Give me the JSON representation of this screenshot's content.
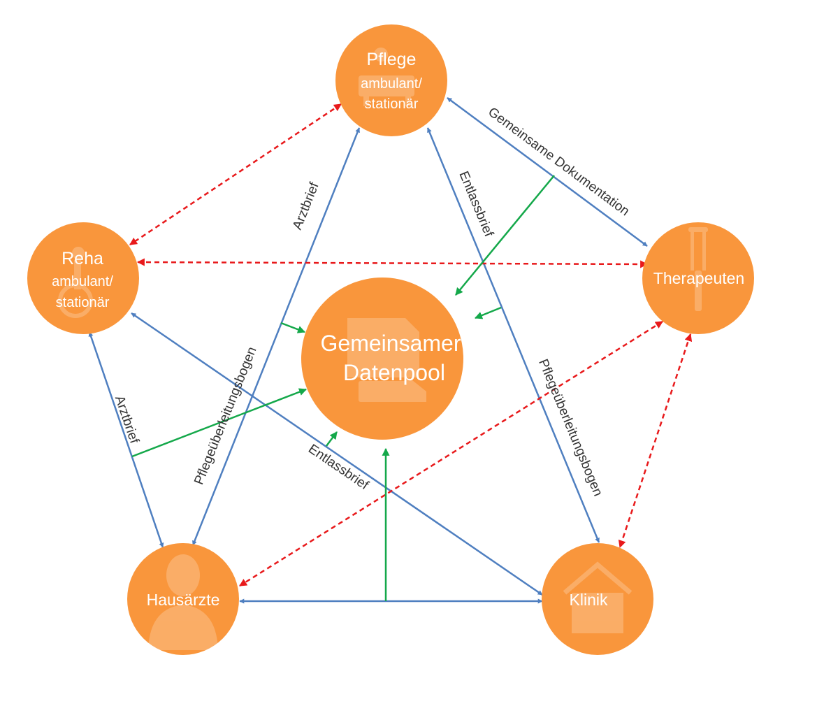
{
  "colors": {
    "node": "#F9963C",
    "blue_edge": "#4F7FC0",
    "green_edge": "#14A84A",
    "red_edge": "#E8191B",
    "label": "#333333"
  },
  "nodes": {
    "pflege": {
      "line1": "Pflege",
      "line2": "ambulant/",
      "line3": "stationär",
      "icon": "bed-icon"
    },
    "reha": {
      "line1": "Reha",
      "line2": "ambulant/",
      "line3": "stationär",
      "icon": "wheelchair-icon"
    },
    "therapeuten": {
      "line1": "Therapeuten",
      "icon": "crutch-icon"
    },
    "hausaerzte": {
      "line1": "Hausärzte",
      "icon": "doctor-icon"
    },
    "klinik": {
      "line1": "Klinik",
      "icon": "hospital-icon"
    },
    "datenpool": {
      "line1": "Gemeinsamer",
      "line2": "Datenpool",
      "icon": "database-icon"
    }
  },
  "edge_labels": {
    "gemeinsame_dokumentation": "Gemeinsame Dokumentation",
    "arztbrief_pflege_haus": "Arztbrief",
    "entlassbrief_pflege_klinik": "Entlassbrief",
    "arztbrief_reha_haus": "Arztbrief",
    "pflegeueberleitung_haus": "Pflegeüberleitungsbogen",
    "pflegeueberleitung_klinik": "Pflegeüberleitungsbogen",
    "entlassbrief_reha_klinik": "Entlassbrief"
  }
}
